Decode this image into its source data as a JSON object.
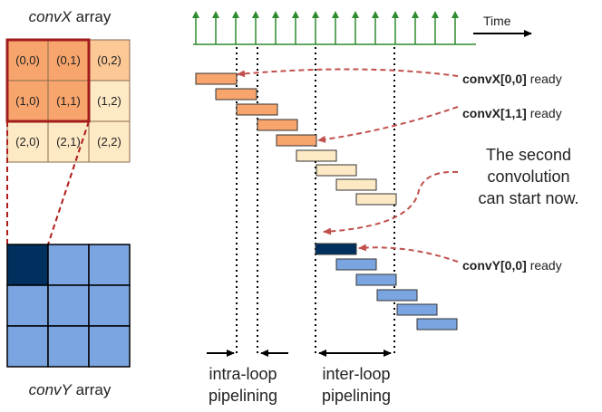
{
  "convx": {
    "title_var": "convX",
    "title_word": " array",
    "cells": [
      [
        "(0,0)",
        "(0,1)",
        "(0,2)"
      ],
      [
        "(1,0)",
        "(1,1)",
        "(1,2)"
      ],
      [
        "(2,0)",
        "(2,1)",
        "(2,2)"
      ]
    ]
  },
  "convy": {
    "title_var": "convY",
    "title_word": " array"
  },
  "timeline": {
    "time_label": "Time"
  },
  "annotations": {
    "a1_bold": "convX[0,0]",
    "a1_rest": " ready",
    "a2_bold": "convX[1,1]",
    "a2_rest": " ready",
    "second_line1": "The second",
    "second_line2": "convolution",
    "second_line3": "can start now.",
    "a3_bold": "convY[0,0]",
    "a3_rest": " ready"
  },
  "labels": {
    "intra_line1": "intra-loop",
    "intra_line2": "pipelining",
    "inter_line1": "inter-loop",
    "inter_line2": "pipelining"
  },
  "colors": {
    "orange_dark": "#f7a56c",
    "orange_light": "#fde9c4",
    "orange_mid": "#fbc896",
    "grid_border_red": "#a01c1c",
    "blue_light": "#7ba5e0",
    "blue_dark": "#00305e",
    "green": "#2e8b2e",
    "arrow_red": "#c0504d"
  }
}
